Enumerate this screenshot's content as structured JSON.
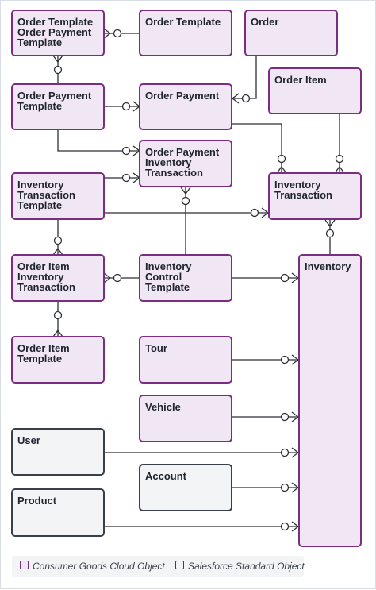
{
  "entities": {
    "order_template": "Order Template",
    "order": "Order",
    "order_template_payment": "Order Template Order Payment Template",
    "order_payment_template": "Order Payment Template",
    "order_payment": "Order Payment",
    "order_item": "Order Item",
    "order_payment_inventory_txn": "Order Payment Inventory Transaction",
    "inventory_txn_template": "Inventory Transaction Template",
    "inventory_txn": "Inventory Transaction",
    "order_item_inventory_txn": "Order Item Inventory Transaction",
    "inventory_control_template": "Inventory Control Template",
    "inventory": "Inventory",
    "order_item_template": "Order Item Template",
    "tour": "Tour",
    "vehicle": "Vehicle",
    "user": "User",
    "account": "Account",
    "product": "Product"
  },
  "legend": {
    "cgc_label": "Consumer Goods Cloud Object",
    "sf_label": "Salesforce Standard Object"
  },
  "colors": {
    "cgc_border": "#7b2d83",
    "cgc_fill": "#f1e6f3",
    "std_border": "#3a4049",
    "std_fill": "#f3f4f6",
    "line": "#2b2f36"
  }
}
